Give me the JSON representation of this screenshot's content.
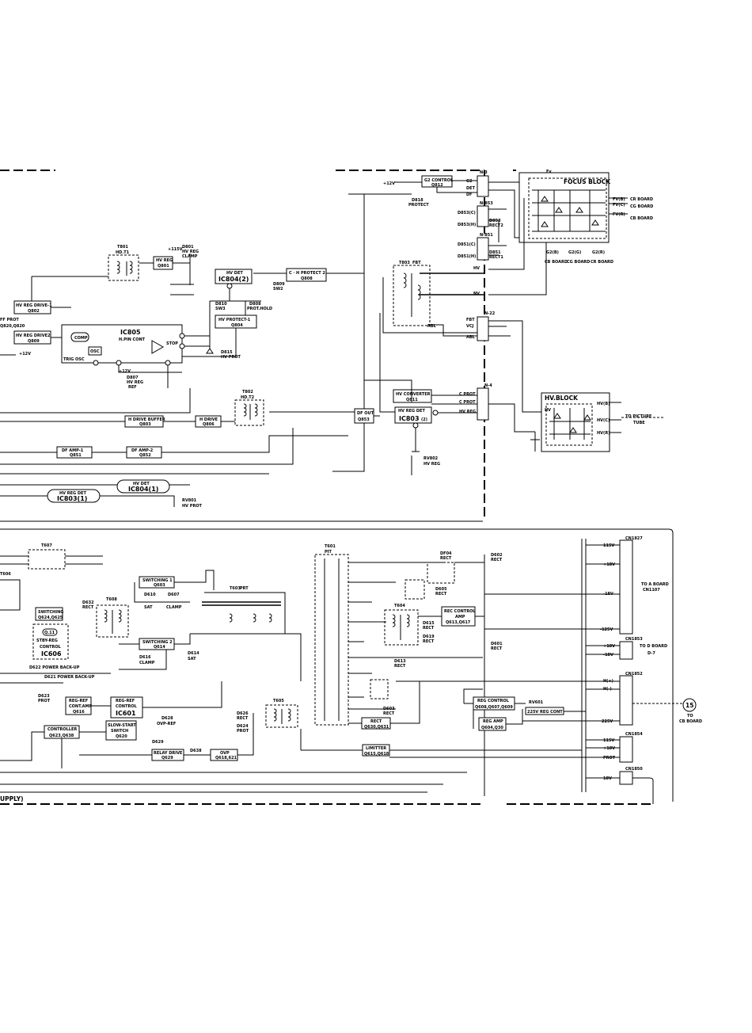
{
  "deflection": {
    "ic805": {
      "name": "IC805",
      "sub": "H.PIN CONT",
      "comp": "COMP",
      "osc": "OSC",
      "trig": "TRIG OSC",
      "stop": "STOP"
    },
    "hv_reg_drive1": {
      "title": "HV REG DRIVE-1",
      "ref": "Q802"
    },
    "hv_reg_drive2": {
      "title": "HV REG DRIVE2",
      "ref": "Q809"
    },
    "ff_prot": {
      "title": "FF PROT",
      "ref": "Q820,Q820"
    },
    "t801": {
      "ref": "T801",
      "name": "HD.T1"
    },
    "hv_reg": {
      "title": "HV REG",
      "ref": "Q801",
      "supply": "+115V"
    },
    "d801": {
      "ref": "D801",
      "name": "HV REG",
      "func": "CLAMP"
    },
    "hv_det": {
      "title": "HV DET",
      "ref": "IC804(2)"
    },
    "c_h_protect": {
      "title": "C · H PROTECT 2",
      "ref": "Q808"
    },
    "d809": {
      "ref": "D809",
      "func": "SW2"
    },
    "d810": {
      "ref": "D810",
      "func": "SW3"
    },
    "d808": {
      "ref": "D808",
      "func": "PROT.HOLD"
    },
    "hv_protect1": {
      "title": "HV PROTECT-1",
      "ref": "Q804"
    },
    "d815": {
      "ref": "D815",
      "func": "HV PROT"
    },
    "d807": {
      "ref": "D807",
      "func": "HV REG",
      "func2": "REF"
    },
    "v12": "+12V",
    "v12b": "+12V",
    "t802": {
      "ref": "T802",
      "name": "HD.T2"
    },
    "h_drive_buffer": {
      "title": "H DRIVE BUFFER",
      "ref": "Q803"
    },
    "h_drive": {
      "title": "H DRIVE",
      "ref": "Q806"
    },
    "df_out": {
      "title": "DF OUT",
      "ref": "Q853"
    },
    "df_amp1": {
      "title": "DF AMP-1",
      "ref": "Q851"
    },
    "df_amp2": {
      "title": "DF AMP-2",
      "ref": "Q852"
    },
    "hv_det2": {
      "title": "HV DET",
      "ref": "IC804(1)"
    },
    "hv_reg_det1": {
      "title": "HV REG DET",
      "ref": "IC803(1)"
    },
    "rv801": {
      "ref": "RV801",
      "func": "HV PROT"
    },
    "rv802": {
      "ref": "RV802",
      "func": "HV REG"
    },
    "g2_control": {
      "title": "G2 CONTROL",
      "ref": "Q812",
      "supply": "+12V"
    },
    "d818": {
      "ref": "D818",
      "func": "PROTECT"
    },
    "t803": {
      "ref": "T803",
      "name": "FBT"
    },
    "hv_converter": {
      "title": "HV CONVERTER",
      "ref": "Q811"
    },
    "hv_reg_det2": {
      "title": "HV REG DET",
      "ref": "IC803",
      "part": "(2)"
    },
    "d853": {
      "ref": "D853",
      "func": "RECT2"
    },
    "d851": {
      "ref": "D851",
      "func": "RECT1"
    }
  },
  "connectors": {
    "n3": {
      "ref": "N-3",
      "pins": [
        "G2",
        "DET",
        "DF"
      ]
    },
    "n853": {
      "ref": "N-853",
      "pins": [
        "D853(C)",
        "D853(H)"
      ]
    },
    "n851": {
      "ref": "N-851",
      "pins": [
        "D851(C)",
        "D851(H)"
      ]
    },
    "n22": {
      "ref": "N-22",
      "pins": [
        "FBT",
        "VCJ",
        "ABL"
      ]
    },
    "n4": {
      "ref": "N-4",
      "pins": [
        "C PROT",
        "C PROT",
        "HV REG"
      ]
    },
    "fbt_hv": "HV",
    "fbt_nv": "NV",
    "fbt_abl": "ABL"
  },
  "focus_block": {
    "title": "FOCUS BLOCK",
    "fv": "Fv",
    "outputs": [
      "FV(B)",
      "FV(C)",
      "FV(R)"
    ],
    "out_boards": [
      "CR BOARD",
      "CG BOARD",
      "CB BOARD"
    ],
    "g2": [
      "G2(B)",
      "G2(G)",
      "G2(R)"
    ],
    "g2_boards": [
      "CB BOARD",
      "CG BOARD",
      "CR BOARD"
    ]
  },
  "hv_block": {
    "title": "HV.BLOCK",
    "hv_in": "HV",
    "outputs": [
      "HV(B)",
      "HV(C)",
      "HV(R)"
    ],
    "dest": "TO PICTURE",
    "dest2": "TUBE"
  },
  "power": {
    "t607": "T607",
    "t606": "T606",
    "switching_ic": {
      "title": "SWITCHING",
      "ref": "Q624,Q625"
    },
    "stby_reg": {
      "ref": "Q.11",
      "line1": "STBY-REG",
      "line2": "CONTROL",
      "ic": "IC606"
    },
    "d632": {
      "ref": "D632",
      "func": "RECT"
    },
    "t608": "T608",
    "switching1": {
      "title": "SWITCHING 1",
      "ref": "Q603"
    },
    "d610": {
      "ref": "D610",
      "func": "SAT"
    },
    "d607": {
      "ref": "D607",
      "func": "CLAMP"
    },
    "t603": {
      "ref": "T603",
      "name": "PRT"
    },
    "switching2": {
      "title": "SWITCHING 2",
      "ref": "Q614"
    },
    "d616": {
      "ref": "D616",
      "func": "CLAMP"
    },
    "d614": {
      "ref": "D614",
      "func": "SAT"
    },
    "d622": "D622 POWER BACK-UP",
    "d621": "D621 POWER BACK-UP",
    "d623": {
      "ref": "D623",
      "func": "PROT"
    },
    "reg_ref_amp": {
      "title": "REG-REF",
      "line2": "CONT.AMP",
      "ref": "Q616"
    },
    "reg_ref_ctrl": {
      "title": "REG-REF",
      "line2": "CONTROL",
      "ic": "IC601"
    },
    "slow_start": {
      "title": "SLOW-START",
      "line2": "SWITCH",
      "ref": "Q620"
    },
    "d628": {
      "ref": "D628",
      "func": "OVP-REF"
    },
    "d629": "D629",
    "controller": {
      "title": "CONTROLLER",
      "ref": "Q623,Q638"
    },
    "relay_drive": {
      "title": "RELAY DRIVE",
      "ref": "Q629"
    },
    "d638": "D638",
    "ovp": {
      "title": "OVP",
      "ref": "Q618,621"
    },
    "t605": "T605",
    "d626": {
      "ref": "D626",
      "func": "RECT"
    },
    "d624": {
      "ref": "D624",
      "func": "PROT"
    },
    "t601": {
      "ref": "T601",
      "name": "PIT"
    },
    "df04": {
      "ref": "DF04",
      "func": "RECT"
    },
    "d602": {
      "ref": "D602",
      "func": "RECT"
    },
    "d605": {
      "ref": "D605",
      "func": "RECT"
    },
    "t604": "T604",
    "rec_control_amp": {
      "title": "REC CONTROL",
      "line2": "AMP",
      "ref": "Q613,Q617"
    },
    "d615": {
      "ref": "D615",
      "func": "RECT"
    },
    "d619": {
      "ref": "D619",
      "func": "RECT"
    },
    "d601": {
      "ref": "D601",
      "func": "RECT"
    },
    "d613": {
      "ref": "D613",
      "func": "RECT"
    },
    "d603": {
      "ref": "D603",
      "func": "RECT"
    },
    "reg_control": {
      "title": "REG CONTROL",
      "ref": "Q608,Q607,Q609"
    },
    "reg_amp": {
      "title": "REG AMP",
      "ref": "Q604,Q30"
    },
    "rv601": {
      "ref": "RV601",
      "func": "225V REG CONT"
    },
    "rect": {
      "title": "RECT",
      "ref": "Q630,Q631"
    },
    "limiter": {
      "title": "LIMITTER",
      "ref": "Q615,Q618"
    },
    "footer": "UPPLY)"
  },
  "outputs": {
    "cn1827": {
      "ref": "CN1827",
      "pins": [
        "115V",
        "+18V",
        "-18V",
        "-125V"
      ],
      "dest": "TO A BOARD",
      "dest2": "CN1107"
    },
    "cn1853": {
      "ref": "CN1853",
      "pins": [
        "+18V",
        "-18V"
      ],
      "dest": "TO D BOARD",
      "dest2": "D-7"
    },
    "cn1852": {
      "ref": "CN1852",
      "pins": [
        "H(+)",
        "H(-)",
        "225V"
      ]
    },
    "cn1854": {
      "ref": "CN1854",
      "pins": [
        "115V",
        "+18V",
        "PROT"
      ]
    },
    "cn1850": {
      "ref": "CN1850",
      "pins": [
        "18V"
      ]
    },
    "to_board": {
      "number": "15",
      "label": "TO",
      "label2": "CB BOARD"
    }
  }
}
